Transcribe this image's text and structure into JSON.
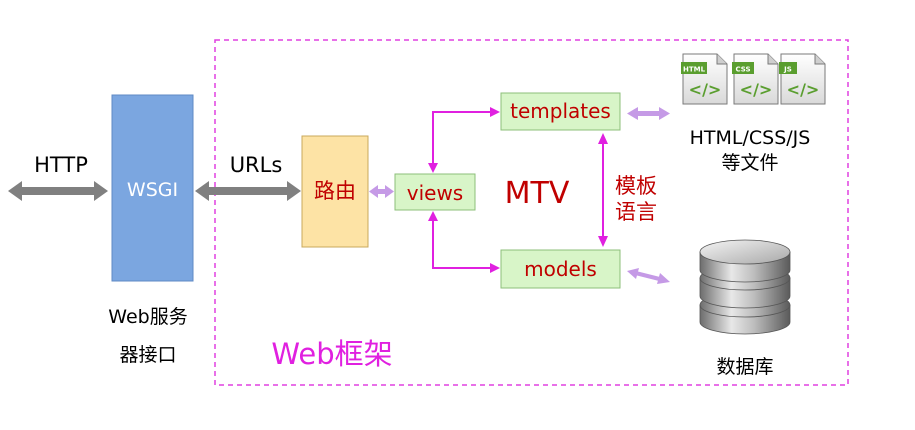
{
  "labels": {
    "http": "HTTP",
    "wsgi": "WSGI",
    "urls": "URLs",
    "router": "路由",
    "views": "views",
    "templates": "templates",
    "models": "models",
    "mtv": "MTV",
    "template_language_line1": "模板",
    "template_language_line2": "语言",
    "html_css_js": "HTML/CSS/JS",
    "files": "等文件",
    "wsgi_caption_line1": "Web服务",
    "wsgi_caption_line2": "器接口",
    "web_framework": "Web框架",
    "database": "数据库",
    "file_badges": [
      "HTML",
      "CSS",
      "JS"
    ],
    "code_glyph": "</>"
  },
  "colors": {
    "frame_border": "#e040e0",
    "magenta_arrow": "#e020e0",
    "lilac_arrow": "#c59ae6",
    "gray_arrow": "#808080",
    "wsgi_fill": "#7ba6e0",
    "router_fill": "#fde3a5",
    "mtv_box_fill": "#d8f5c8",
    "mtv_box_border": "#8dbf7a",
    "accent_red": "#c00000",
    "file_green": "#5a9e2f"
  },
  "icons": {
    "files": "code-file-icon",
    "database": "database-icon"
  }
}
